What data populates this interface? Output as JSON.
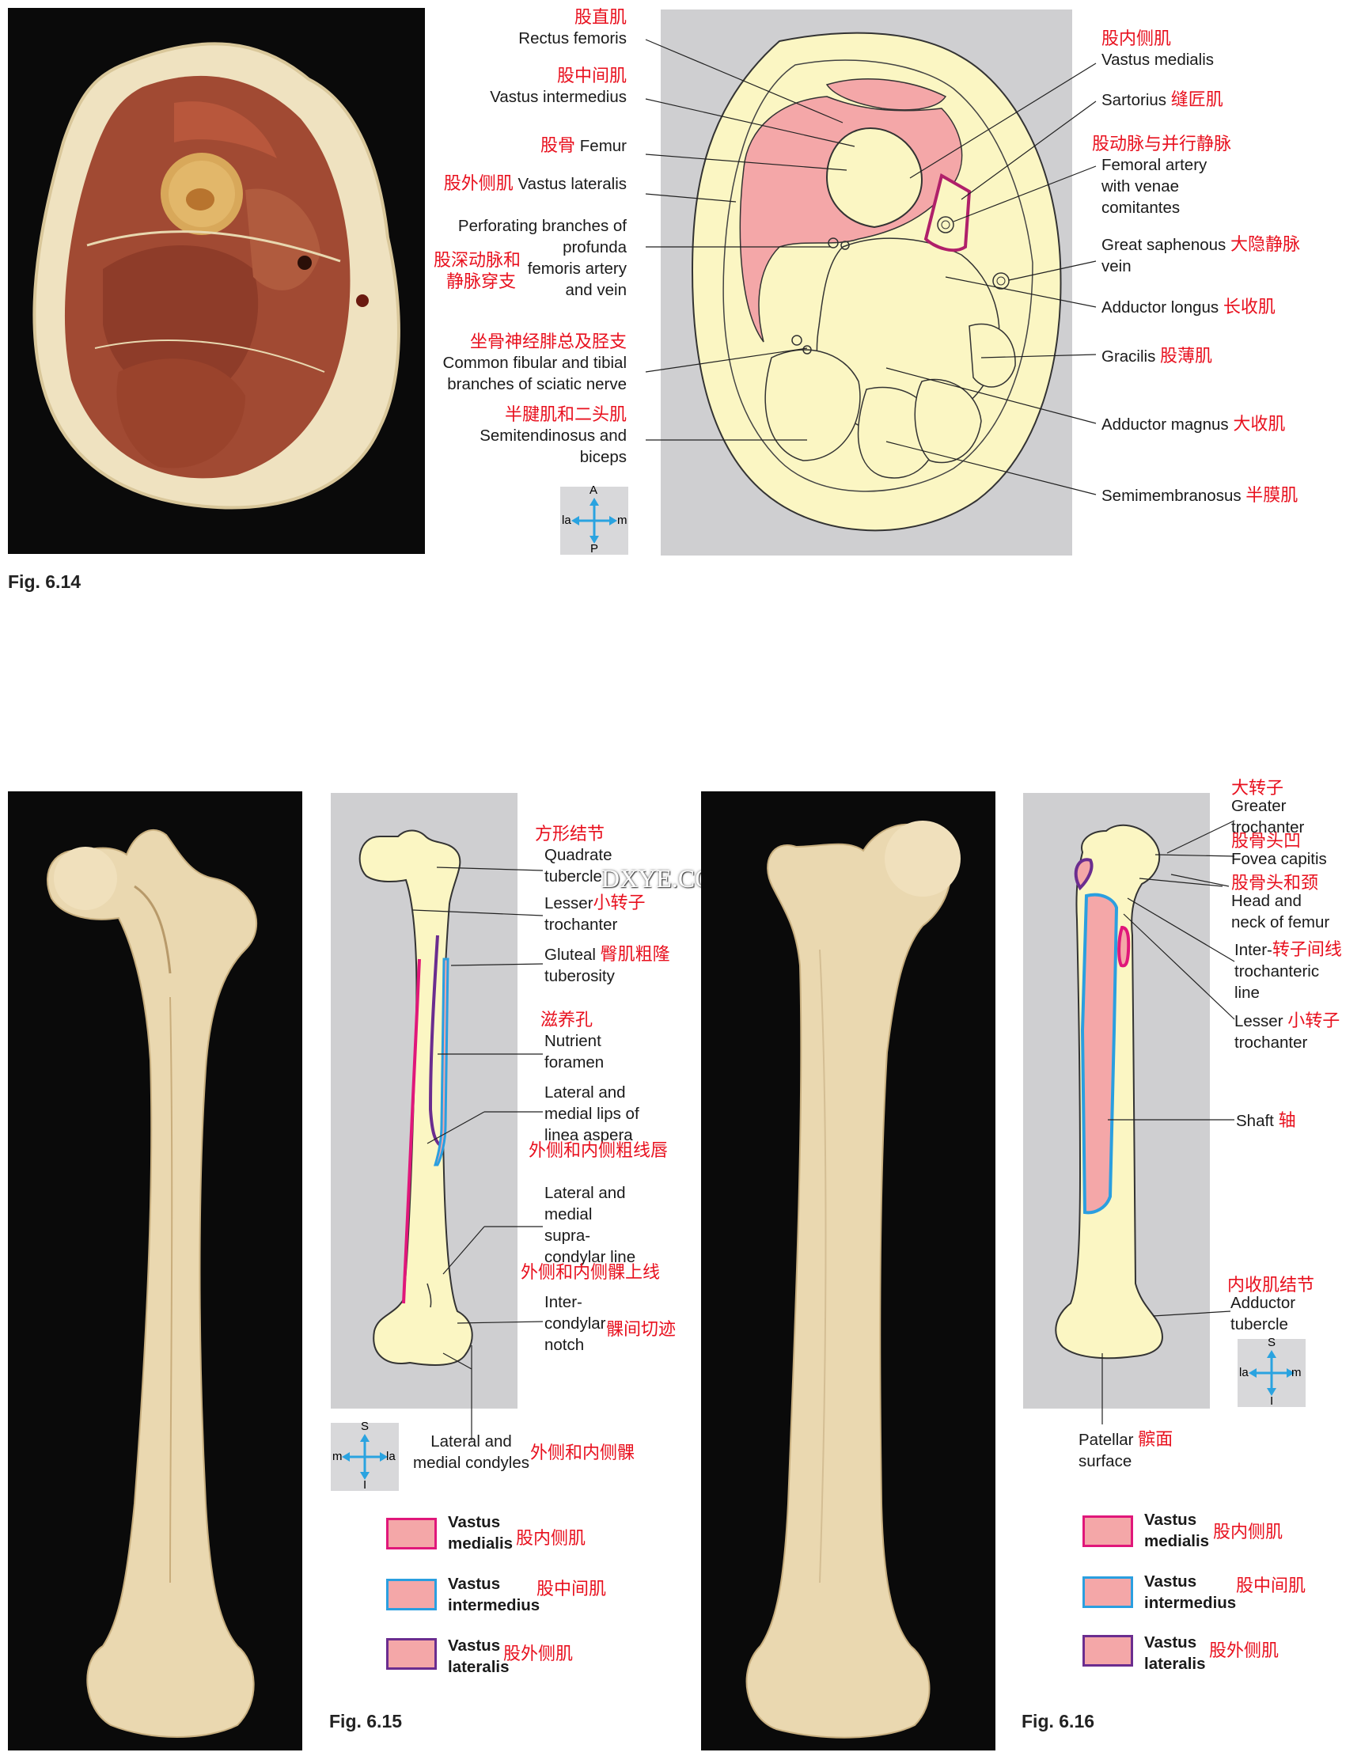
{
  "fig614": {
    "caption": "Fig. 6.14",
    "labels": {
      "rectus": {
        "cn": "股直肌",
        "en": "Rectus femoris"
      },
      "intermedius": {
        "cn": "股中间肌",
        "en": "Vastus intermedius"
      },
      "femur": {
        "cn": "股骨",
        "en": "Femur"
      },
      "lateralis": {
        "cn": "股外侧肌",
        "en": "Vastus lateralis"
      },
      "perforating": {
        "cn1": "股深动脉和",
        "cn2": "静脉穿支",
        "en1": "Perforating branches of",
        "en2": "profunda",
        "en3": "femoris artery",
        "en4": "and vein"
      },
      "sciatic": {
        "cn": "坐骨神经腓总及胫支",
        "en1": "Common fibular and tibial",
        "en2": "branches of sciatic nerve"
      },
      "semiten": {
        "cn": "半腱肌和二头肌",
        "en1": "Semitendinosus and",
        "en2": "biceps"
      },
      "medialis": {
        "cn": "股内侧肌",
        "en": "Vastus medialis"
      },
      "sartorius": {
        "cn": "缝匠肌",
        "en": "Sartorius"
      },
      "femart": {
        "cn": "股动脉与并行静脉",
        "en1": "Femoral artery",
        "en2": "with venae",
        "en3": "comitantes"
      },
      "saph": {
        "cn": "大隐静脉",
        "en1": "Great saphenous",
        "en2": "vein"
      },
      "longus": {
        "cn": "长收肌",
        "en": "Adductor longus"
      },
      "gracilis": {
        "cn": "股薄肌",
        "en": "Gracilis"
      },
      "magnus": {
        "cn": "大收肌",
        "en": "Adductor magnus"
      },
      "semimem": {
        "cn": "半膜肌",
        "en": "Semimembranosus"
      }
    },
    "compass": {
      "top": "A",
      "bottom": "P",
      "left": "la",
      "right": "m"
    }
  },
  "fig615": {
    "caption": "Fig. 6.15",
    "watermark": "DXYE.COM",
    "labels": {
      "quadrate": {
        "cn": "方形结节",
        "en1": "Quadrate",
        "en2": "tubercle"
      },
      "lesser": {
        "cn": "小转子",
        "en1": "Lesser",
        "en2": "trochanter"
      },
      "gluteal": {
        "cn": "臀肌粗隆",
        "en1": "Gluteal",
        "en2": "tuberosity"
      },
      "nutrient": {
        "cn": "滋养孔",
        "en1": "Nutrient",
        "en2": "foramen"
      },
      "linea": {
        "cn": "外侧和内侧粗线唇",
        "en1": "Lateral and",
        "en2": "medial lips of",
        "en3": "linea aspera"
      },
      "supra": {
        "cn": "外侧和内侧髁上线",
        "en1": "Lateral and",
        "en2": "medial",
        "en3": "supra-",
        "en4": "condylar line"
      },
      "notch": {
        "cn": "髁间切迹",
        "en1": "Inter-",
        "en2": "condylar",
        "en3": "notch"
      },
      "condyles": {
        "cn": "外侧和内侧髁",
        "en1": "Lateral and",
        "en2": "medial condyles"
      }
    },
    "compass": {
      "top": "S",
      "bottom": "I",
      "left": "m",
      "right": "la"
    },
    "legend": [
      {
        "en1": "Vastus",
        "en2": "medialis",
        "cn": "股内侧肌",
        "border": "#e0177a"
      },
      {
        "en1": "Vastus",
        "en2": "intermedius",
        "cn": "股中间肌",
        "border": "#2a9fe0"
      },
      {
        "en1": "Vastus",
        "en2": "lateralis",
        "cn": "股外侧肌",
        "border": "#6b2d8f"
      }
    ]
  },
  "fig616": {
    "caption": "Fig. 6.16",
    "labels": {
      "greater": {
        "cn": "大转子",
        "en1": "Greater",
        "en2": "trochanter"
      },
      "fovea": {
        "cn": "股骨头凹",
        "en": "Fovea capitis"
      },
      "head": {
        "cn": "股骨头和颈",
        "en1": "Head and",
        "en2": "neck of femur"
      },
      "inter": {
        "cn": "转子间线",
        "en1": "Inter-",
        "en2": "trochanteric",
        "en3": "line"
      },
      "lesser": {
        "cn": "小转子",
        "en1": "Lesser",
        "en2": "trochanter"
      },
      "shaft": {
        "cn": "轴",
        "en": "Shaft"
      },
      "adductor": {
        "cn": "内收肌结节",
        "en1": "Adductor",
        "en2": "tubercle"
      },
      "patellar": {
        "cn": "髌面",
        "en1": "Patellar",
        "en2": "surface"
      }
    },
    "compass": {
      "top": "S",
      "bottom": "I",
      "left": "la",
      "right": "m"
    },
    "legend": [
      {
        "en1": "Vastus",
        "en2": "medialis",
        "cn": "股内侧肌",
        "border": "#e0177a"
      },
      {
        "en1": "Vastus",
        "en2": "intermedius",
        "cn": "股中间肌",
        "border": "#2a9fe0"
      },
      {
        "en1": "Vastus",
        "en2": "lateralis",
        "cn": "股外侧肌",
        "border": "#6b2d8f"
      }
    ]
  },
  "colors": {
    "muscle": "#f4a7a8",
    "bone": "#fbf6c3",
    "panel": "#cfcfd1",
    "red_text": "#e8101e"
  }
}
